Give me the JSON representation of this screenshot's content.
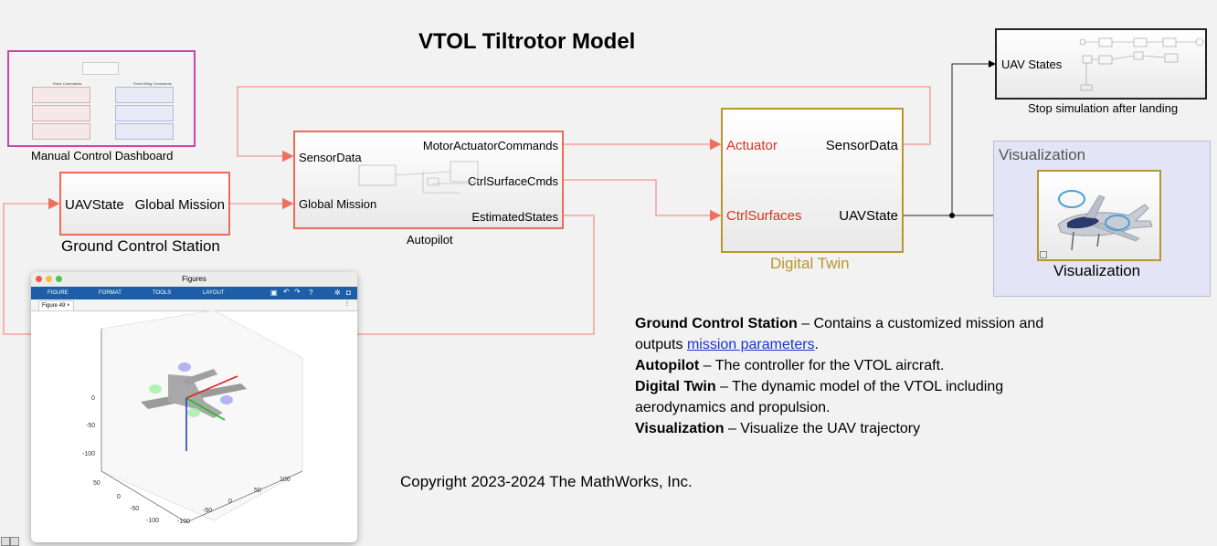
{
  "title": "VTOL Tiltrotor Model",
  "manual_dashboard": {
    "label": "Manual Control Dashboard",
    "left_header": "Rotor Commands",
    "right_header": "Fixed-Wing Commands"
  },
  "ground_control": {
    "label": "Ground Control Station",
    "port_uavstate": "UAVState",
    "port_mission": "Global Mission"
  },
  "autopilot": {
    "label": "Autopilot",
    "in_sensor": "SensorData",
    "in_mission": "Global Mission",
    "out_motor": "MotorActuatorCommands",
    "out_ctrl": "CtrlSurfaceCmds",
    "out_est": "EstimatedStates"
  },
  "digital_twin": {
    "label": "Digital Twin",
    "in_actuator": "Actuator",
    "in_ctrl": "CtrlSurfaces",
    "out_sensor": "SensorData",
    "out_uav": "UAVState"
  },
  "stop_sim": {
    "label": "Stop simulation after landing",
    "port": "UAV States"
  },
  "visualization": {
    "area_label": "Visualization",
    "block_label": "Visualization"
  },
  "figure_window": {
    "title": "Figures",
    "toolbar": [
      "FIGURE",
      "FORMAT",
      "TOOLS",
      "LAYOUT"
    ],
    "tab": "Figure 49",
    "z_ticks": [
      "0",
      "-50",
      "-100"
    ],
    "y_ticks": [
      "50",
      "0",
      "-50",
      "-100"
    ],
    "x_ticks": [
      "100",
      "50",
      "0",
      "-50",
      "-100"
    ]
  },
  "description": {
    "gcs_term": "Ground Control Station",
    "gcs_text": " – Contains a customized mission and",
    "gcs_text2a": "outputs ",
    "gcs_link": "mission parameters",
    "gcs_text2b": ".",
    "ap_term": "Autopilot",
    "ap_text": " – The controller for the VTOL aircraft.",
    "dt_term": "Digital Twin",
    "dt_text": " – The dynamic model of the VTOL including",
    "dt_text2": "aerodynamics and propulsion.",
    "vis_term": "Visualization",
    "vis_text": " – Visualize the UAV trajectory"
  },
  "copyright": "Copyright 2023-2024 The MathWorks, Inc.",
  "colors": {
    "signal_line": "#f4a49a",
    "red_port": "#e0301e",
    "gold": "#b8962e",
    "magenta": "#cc44aa",
    "vis_bg": "#e3e4f5"
  }
}
